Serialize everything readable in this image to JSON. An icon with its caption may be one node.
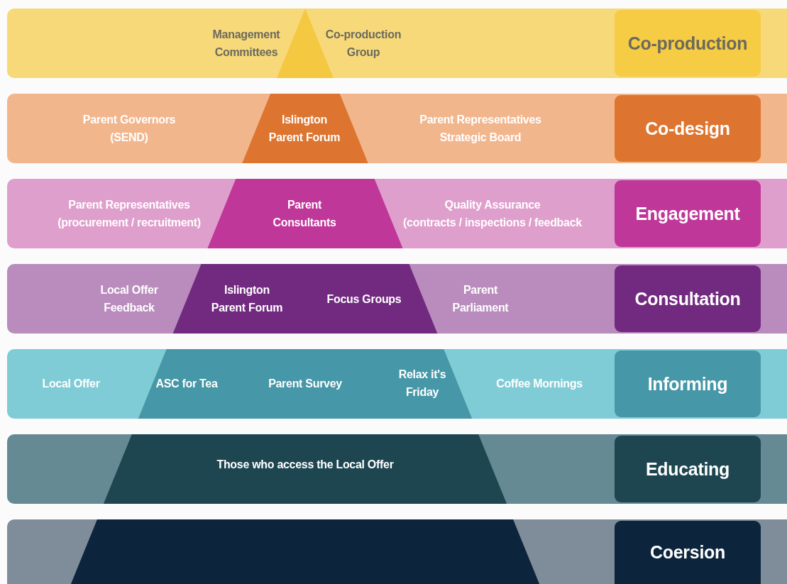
{
  "diagram": {
    "nodes": [
      {
        "text": [
          "Management Committees",
          "Co-production Group"
        ]
      },
      {
        "text": [
          "Co-production"
        ],
        "in": 0
      },
      {
        "text": [
          "Parent Governors (SEND)",
          "Islington Parent Forum",
          "Parent Representatives Strategic Board"
        ]
      },
      {
        "text": [
          "Co-design"
        ],
        "in": 2
      },
      {
        "text": [
          "Parent Representatives (procurement / recruitment)",
          "Parent Consultants",
          "Quality Assurance (contracts / inspections / feedback"
        ]
      },
      {
        "text": [
          "Engagement"
        ],
        "in": 4
      },
      {
        "text": [
          "Local Offer Feedback",
          "Islington Parent Forum",
          "Focus Groups",
          "Parent Parliament"
        ]
      },
      {
        "text": [
          "Consultation"
        ],
        "in": 6
      },
      {
        "text": [
          "Local Offer",
          "ASC for Tea",
          "Parent Survey",
          "Relax it's Friday",
          "Coffee Mornings"
        ]
      },
      {
        "text": [
          "Informing"
        ],
        "in": 8
      },
      {
        "text": [
          "Those who access the Local Offer"
        ]
      },
      {
        "text": [
          "Educating"
        ],
        "in": 10
      },
      {
        "text": [],
        "shape": "bar"
      },
      {
        "text": [
          "Coersion"
        ],
        "in": 12
      }
    ],
    "edges": []
  }
}
